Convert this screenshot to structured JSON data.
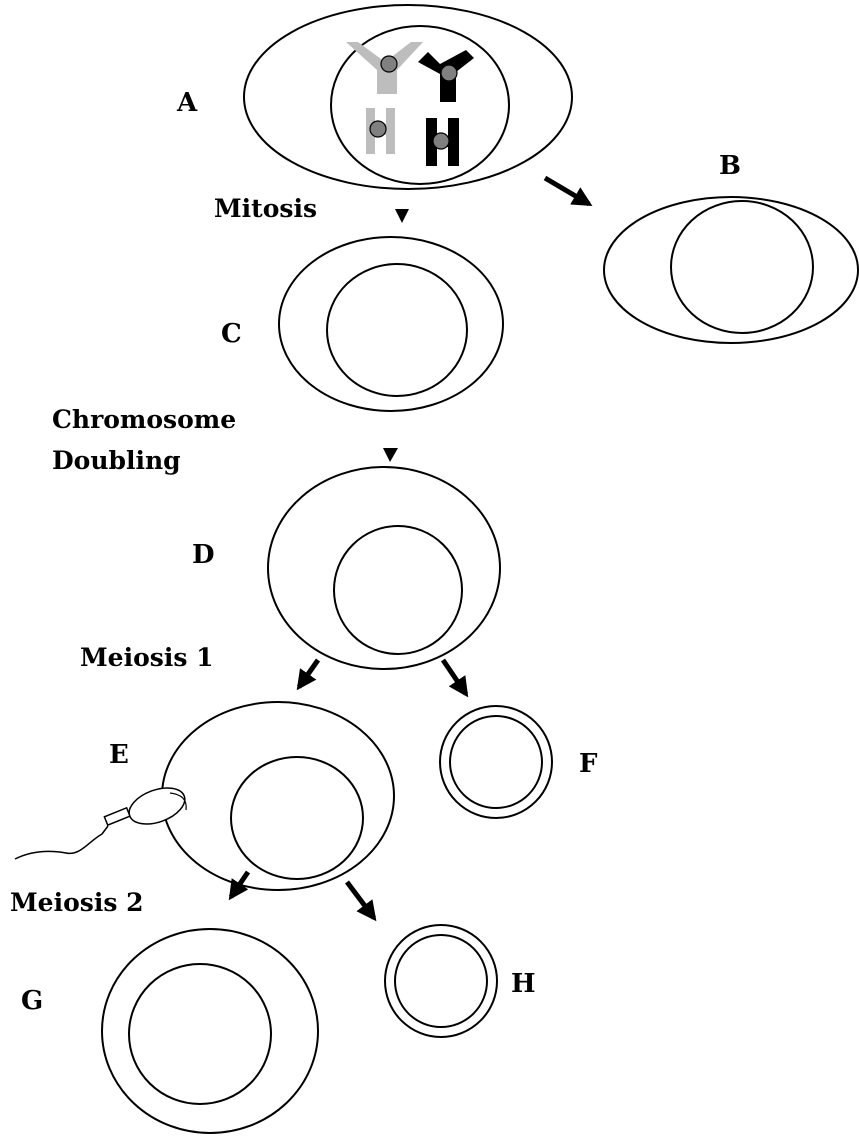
{
  "stages": [
    {
      "id": "A",
      "label": "A"
    },
    {
      "id": "B",
      "label": "B"
    },
    {
      "id": "C",
      "label": "C"
    },
    {
      "id": "D",
      "label": "D"
    },
    {
      "id": "E",
      "label": "E"
    },
    {
      "id": "F",
      "label": "F"
    },
    {
      "id": "G",
      "label": "G"
    },
    {
      "id": "H",
      "label": "H"
    }
  ],
  "processes": {
    "mitosis": "Mitosis",
    "chromosome_doubling_line1": "Chromosome",
    "chromosome_doubling_line2": "Doubling",
    "meiosis1": "Meiosis 1",
    "meiosis2": "Meiosis 2"
  },
  "colors": {
    "line": "#000000",
    "chromosome_light": "#bdbdbd",
    "chromosome_dark": "#000000",
    "centromere": "#808080"
  }
}
